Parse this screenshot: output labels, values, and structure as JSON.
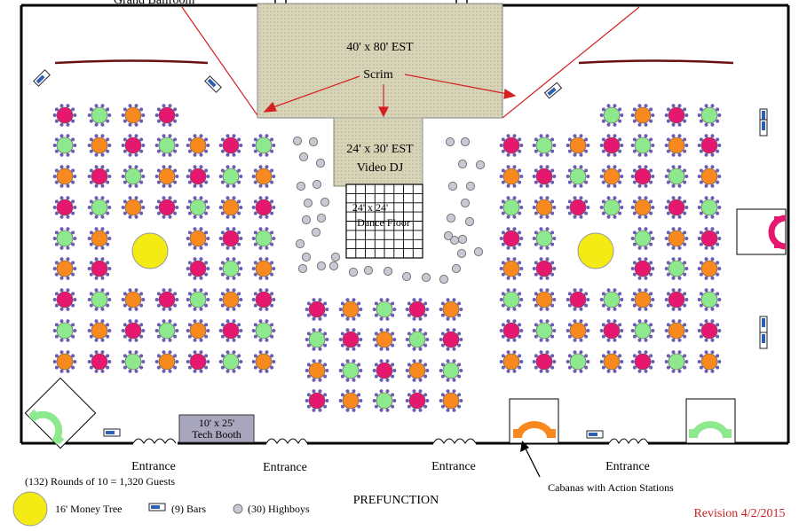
{
  "ballroom_label": "Grand Ballroom",
  "stage": {
    "main_line1": "40' x 80' EST",
    "main_line2": "Scrim",
    "lower_line1": "24' x 30' EST",
    "lower_line2": "Video DJ"
  },
  "dance_floor": {
    "line1": "24' x 24'",
    "line2": "Dance Floor"
  },
  "tech_booth": {
    "line1": "10' x 25'",
    "line2": "Tech Booth"
  },
  "entrances": [
    "Entrance",
    "Entrance",
    "Entrance",
    "Entrance"
  ],
  "prefunction": "PREFUNCTION",
  "cabanas_note": "Cabanas with Action Stations",
  "revision": "Revision 4/2/2015",
  "legend": {
    "rounds": "(132) Rounds of 10 = 1,320 Guests",
    "money_tree": "16' Money Tree",
    "bars": "(9) Bars",
    "highboys": "(30) Highboys"
  },
  "colors": {
    "magenta": "#e6176e",
    "green": "#8ee88e",
    "orange": "#f7891e",
    "chair": "#6b5bb5",
    "money_tree": "#f5eb14",
    "highboy": "#c9c9d6",
    "stage_fill": "#d8d4b8",
    "arrow": "#d42020",
    "revision": "#cc2222"
  },
  "icons": {
    "round_table": "round-table-icon",
    "money_tree": "money-tree-icon",
    "bar": "bar-icon",
    "highboy": "highboy-icon",
    "cabana": "cabana-icon"
  }
}
